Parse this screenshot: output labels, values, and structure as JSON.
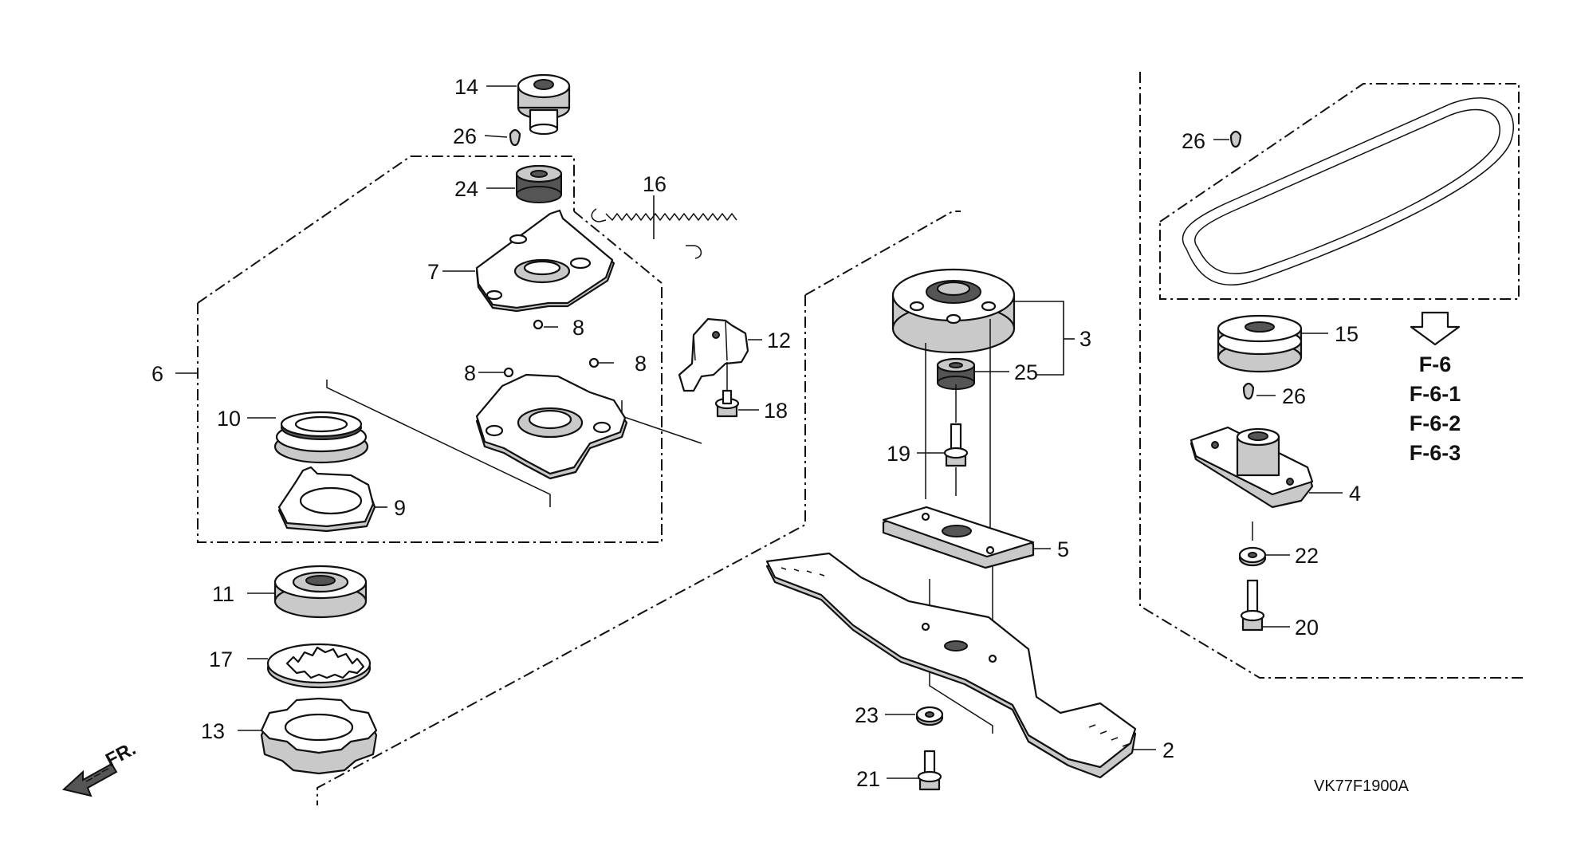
{
  "callouts": {
    "c14": "14",
    "c26a": "26",
    "c24": "24",
    "c16": "16",
    "c7": "7",
    "c8a": "8",
    "c12": "12",
    "c8b": "8",
    "c8c": "8",
    "c6": "6",
    "c10": "10",
    "c18": "18",
    "c9": "9",
    "c11": "11",
    "c17": "17",
    "c13": "13",
    "c3": "3",
    "c25": "25",
    "c19": "19",
    "c5": "5",
    "c23": "23",
    "c21": "21",
    "c2": "2",
    "c26b": "26",
    "c15": "15",
    "c26c": "26",
    "c4": "4",
    "c22": "22",
    "c20": "20"
  },
  "references": [
    "F-6",
    "F-6-1",
    "F-6-2",
    "F-6-3"
  ],
  "direction_label": "FR.",
  "diagram_code": "VK77F1900A"
}
